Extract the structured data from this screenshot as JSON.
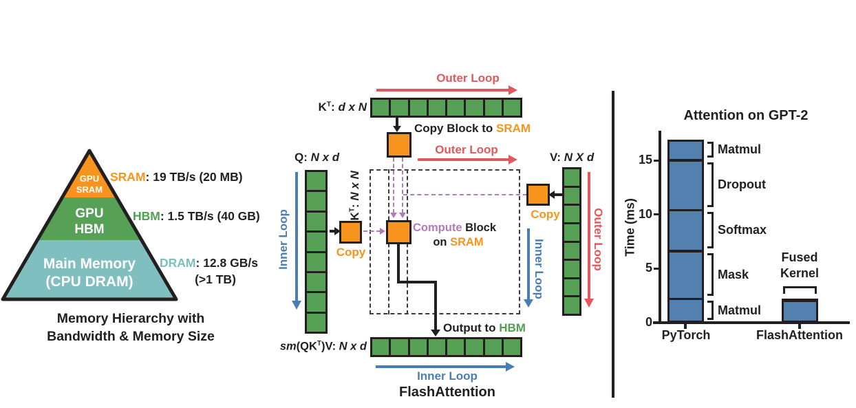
{
  "left_panel": {
    "pyramid": {
      "tiers": [
        {
          "name": "gpu-sram",
          "color": "#F7941E",
          "label_lines": [
            "GPU",
            "SRAM"
          ]
        },
        {
          "name": "gpu-hbm",
          "color": "#56A156",
          "label_lines": [
            "GPU",
            "HBM"
          ]
        },
        {
          "name": "main-memory",
          "color": "#7FBFBF",
          "label_lines": [
            "Main Memory",
            "(CPU DRAM)"
          ]
        }
      ]
    },
    "annotations": [
      {
        "name": "SRAM",
        "rest": ": 19 TB/s (20 MB)",
        "color": "#F7941E"
      },
      {
        "name": "HBM",
        "rest": ": 1.5 TB/s (40 GB)",
        "color": "#4FA04F"
      },
      {
        "name": "DRAM",
        "rest": ": 12.8 GB/s",
        "line2": "(>1 TB)",
        "color": "#7BBEBE"
      }
    ],
    "caption_line1": "Memory Hierarchy with",
    "caption_line2": "Bandwidth & Memory Size"
  },
  "diagram": {
    "caption": "FlashAttention",
    "loops": {
      "outer": "Outer Loop",
      "inner": "Inner Loop"
    },
    "labels": {
      "kt": {
        "bold": "K",
        "sup": "T",
        "colon": ": ",
        "dims": "d x N"
      },
      "q": {
        "bold": "Q",
        "colon": ": ",
        "dims": "N x d"
      },
      "v": {
        "bold": "V",
        "colon": ": ",
        "dims": "N X d"
      },
      "qkt": {
        "bold": "QK",
        "sup": "T",
        "colon": ": ",
        "dims": "N x N"
      },
      "out": {
        "sm": "sm",
        "bold1": "(QK",
        "sup": "T",
        "bold2": ")V",
        "colon": ": ",
        "dims": "N x d"
      }
    },
    "texts": {
      "copy_block_pre": "Copy Block to ",
      "copy_block_hl": "SRAM",
      "compute_hl": "Compute",
      "compute_rest": " Block",
      "compute_line2_pre": "on ",
      "compute_line2_hl": "SRAM",
      "output_pre": "Output to ",
      "output_hl": "HBM",
      "copy": "Copy"
    }
  },
  "chart_data": {
    "type": "bar",
    "title": "Attention on GPT-2",
    "ylabel": "Time (ms)",
    "xlabel": "",
    "categories": [
      "PyTorch",
      "FlashAttention"
    ],
    "yticks": [
      0,
      5,
      10,
      15
    ],
    "ylim": [
      0,
      17.5
    ],
    "grid": false,
    "legend": "none",
    "bar_color": "#5380AF",
    "bars": [
      {
        "category": "PyTorch",
        "total": 16.9,
        "segments": [
          {
            "label": "Matmul",
            "value": 2.2
          },
          {
            "label": "Mask",
            "value": 4.4
          },
          {
            "label": "Softmax",
            "value": 3.8
          },
          {
            "label": "Dropout",
            "value": 4.6
          },
          {
            "label": "Matmul",
            "value": 1.9
          }
        ]
      },
      {
        "category": "FlashAttention",
        "value": 2.2,
        "annotation": "Fused Kernel"
      }
    ]
  },
  "colors": {
    "green": "#56A156",
    "orange": "#F7941E",
    "teal": "#7FBFBF",
    "red": "#E2595C",
    "blue": "#4A7DB5",
    "purple": "#B17BBB",
    "bar_blue": "#5380AF",
    "ink": "#231F20"
  }
}
